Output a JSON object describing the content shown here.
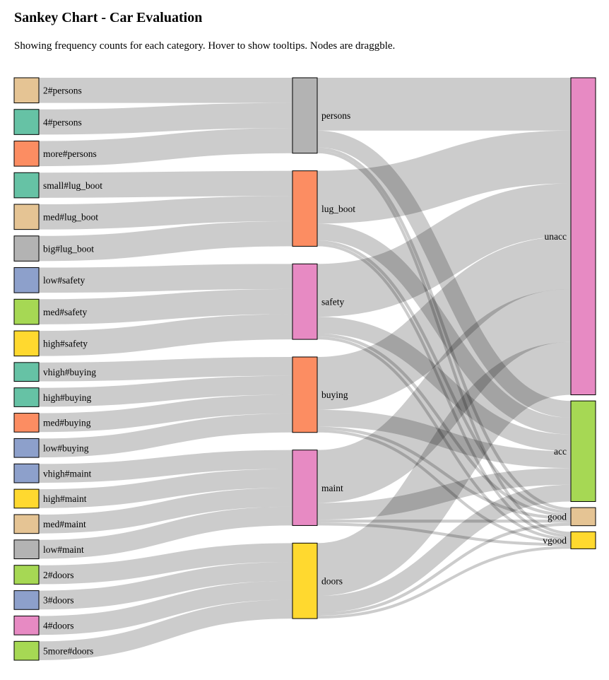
{
  "title": "Sankey Chart - Car Evaluation",
  "subtitle": "Showing frequency counts for each category. Hover to show tooltips. Nodes are draggble.",
  "chart_data": {
    "type": "sankey",
    "nodes": [
      {
        "id": "2#persons",
        "label": "2#persons",
        "color": "#e5c494",
        "column": 0
      },
      {
        "id": "4#persons",
        "label": "4#persons",
        "color": "#66c2a5",
        "column": 0
      },
      {
        "id": "more#persons",
        "label": "more#persons",
        "color": "#fc8d62",
        "column": 0
      },
      {
        "id": "small#lug_boot",
        "label": "small#lug_boot",
        "color": "#66c2a5",
        "column": 0
      },
      {
        "id": "med#lug_boot",
        "label": "med#lug_boot",
        "color": "#e5c494",
        "column": 0
      },
      {
        "id": "big#lug_boot",
        "label": "big#lug_boot",
        "color": "#b3b3b3",
        "column": 0
      },
      {
        "id": "low#safety",
        "label": "low#safety",
        "color": "#8da0cb",
        "column": 0
      },
      {
        "id": "med#safety",
        "label": "med#safety",
        "color": "#a6d854",
        "column": 0
      },
      {
        "id": "high#safety",
        "label": "high#safety",
        "color": "#ffd92f",
        "column": 0
      },
      {
        "id": "vhigh#buying",
        "label": "vhigh#buying",
        "color": "#66c2a5",
        "column": 0
      },
      {
        "id": "high#buying",
        "label": "high#buying",
        "color": "#66c2a5",
        "column": 0
      },
      {
        "id": "med#buying",
        "label": "med#buying",
        "color": "#fc8d62",
        "column": 0
      },
      {
        "id": "low#buying",
        "label": "low#buying",
        "color": "#8da0cb",
        "column": 0
      },
      {
        "id": "vhigh#maint",
        "label": "vhigh#maint",
        "color": "#8da0cb",
        "column": 0
      },
      {
        "id": "high#maint",
        "label": "high#maint",
        "color": "#ffd92f",
        "column": 0
      },
      {
        "id": "med#maint",
        "label": "med#maint",
        "color": "#e5c494",
        "column": 0
      },
      {
        "id": "low#maint",
        "label": "low#maint",
        "color": "#b3b3b3",
        "column": 0
      },
      {
        "id": "2#doors",
        "label": "2#doors",
        "color": "#a6d854",
        "column": 0
      },
      {
        "id": "3#doors",
        "label": "3#doors",
        "color": "#8da0cb",
        "column": 0
      },
      {
        "id": "4#doors",
        "label": "4#doors",
        "color": "#e78ac3",
        "column": 0
      },
      {
        "id": "5more#doors",
        "label": "5more#doors",
        "color": "#a6d854",
        "column": 0
      },
      {
        "id": "persons",
        "label": "persons",
        "color": "#b3b3b3",
        "column": 1
      },
      {
        "id": "lug_boot",
        "label": "lug_boot",
        "color": "#fc8d62",
        "column": 1
      },
      {
        "id": "safety",
        "label": "safety",
        "color": "#e78ac3",
        "column": 1
      },
      {
        "id": "buying",
        "label": "buying",
        "color": "#fc8d62",
        "column": 1
      },
      {
        "id": "maint",
        "label": "maint",
        "color": "#e78ac3",
        "column": 1
      },
      {
        "id": "doors",
        "label": "doors",
        "color": "#ffd92f",
        "column": 1
      },
      {
        "id": "unacc",
        "label": "unacc",
        "color": "#e78ac3",
        "column": 2
      },
      {
        "id": "acc",
        "label": "acc",
        "color": "#a6d854",
        "column": 2
      },
      {
        "id": "good",
        "label": "good",
        "color": "#e5c494",
        "column": 2
      },
      {
        "id": "vgood",
        "label": "vgood",
        "color": "#ffd92f",
        "column": 2
      }
    ],
    "links": [
      {
        "source": "2#persons",
        "target": "persons",
        "value": 576
      },
      {
        "source": "4#persons",
        "target": "persons",
        "value": 576
      },
      {
        "source": "more#persons",
        "target": "persons",
        "value": 576
      },
      {
        "source": "small#lug_boot",
        "target": "lug_boot",
        "value": 576
      },
      {
        "source": "med#lug_boot",
        "target": "lug_boot",
        "value": 576
      },
      {
        "source": "big#lug_boot",
        "target": "lug_boot",
        "value": 576
      },
      {
        "source": "low#safety",
        "target": "safety",
        "value": 576
      },
      {
        "source": "med#safety",
        "target": "safety",
        "value": 576
      },
      {
        "source": "high#safety",
        "target": "safety",
        "value": 576
      },
      {
        "source": "vhigh#buying",
        "target": "buying",
        "value": 432
      },
      {
        "source": "high#buying",
        "target": "buying",
        "value": 432
      },
      {
        "source": "med#buying",
        "target": "buying",
        "value": 432
      },
      {
        "source": "low#buying",
        "target": "buying",
        "value": 432
      },
      {
        "source": "vhigh#maint",
        "target": "maint",
        "value": 432
      },
      {
        "source": "high#maint",
        "target": "maint",
        "value": 432
      },
      {
        "source": "med#maint",
        "target": "maint",
        "value": 432
      },
      {
        "source": "low#maint",
        "target": "maint",
        "value": 432
      },
      {
        "source": "2#doors",
        "target": "doors",
        "value": 432
      },
      {
        "source": "3#doors",
        "target": "doors",
        "value": 432
      },
      {
        "source": "4#doors",
        "target": "doors",
        "value": 432
      },
      {
        "source": "5more#doors",
        "target": "doors",
        "value": 432
      },
      {
        "source": "persons",
        "target": "unacc",
        "value": 1210
      },
      {
        "source": "persons",
        "target": "acc",
        "value": 384
      },
      {
        "source": "persons",
        "target": "good",
        "value": 69
      },
      {
        "source": "persons",
        "target": "vgood",
        "value": 65
      },
      {
        "source": "lug_boot",
        "target": "unacc",
        "value": 1210
      },
      {
        "source": "lug_boot",
        "target": "acc",
        "value": 384
      },
      {
        "source": "lug_boot",
        "target": "good",
        "value": 69
      },
      {
        "source": "lug_boot",
        "target": "vgood",
        "value": 65
      },
      {
        "source": "safety",
        "target": "unacc",
        "value": 1210
      },
      {
        "source": "safety",
        "target": "acc",
        "value": 384
      },
      {
        "source": "safety",
        "target": "good",
        "value": 69
      },
      {
        "source": "safety",
        "target": "vgood",
        "value": 65
      },
      {
        "source": "buying",
        "target": "unacc",
        "value": 1210
      },
      {
        "source": "buying",
        "target": "acc",
        "value": 384
      },
      {
        "source": "buying",
        "target": "good",
        "value": 69
      },
      {
        "source": "buying",
        "target": "vgood",
        "value": 65
      },
      {
        "source": "maint",
        "target": "unacc",
        "value": 1210
      },
      {
        "source": "maint",
        "target": "acc",
        "value": 384
      },
      {
        "source": "maint",
        "target": "good",
        "value": 69
      },
      {
        "source": "maint",
        "target": "vgood",
        "value": 65
      },
      {
        "source": "doors",
        "target": "unacc",
        "value": 1210
      },
      {
        "source": "doors",
        "target": "acc",
        "value": 384
      },
      {
        "source": "doors",
        "target": "good",
        "value": 69
      },
      {
        "source": "doors",
        "target": "vgood",
        "value": 65
      }
    ]
  }
}
